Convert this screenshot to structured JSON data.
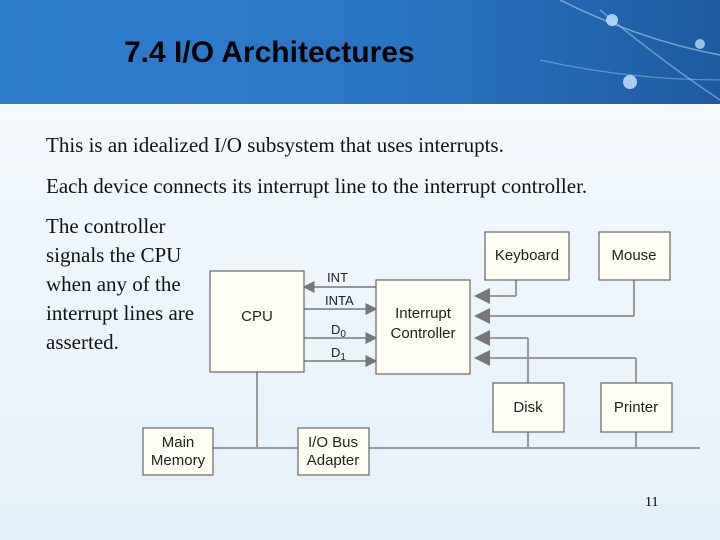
{
  "slide": {
    "title": "7.4 I/O Architectures",
    "paragraphs": [
      "This is an idealized I/O subsystem that uses interrupts.",
      "Each device connects its interrupt line to the interrupt controller.",
      "The controller signals the CPU when any of the interrupt lines are asserted."
    ],
    "page_number": "11"
  },
  "diagram": {
    "cpu": "CPU",
    "interrupt_controller": [
      "Interrupt",
      "Controller"
    ],
    "keyboard": "Keyboard",
    "mouse": "Mouse",
    "disk": "Disk",
    "printer": "Printer",
    "main_memory": [
      "Main",
      "Memory"
    ],
    "io_bus_adapter": [
      "I/O Bus",
      "Adapter"
    ],
    "signals": {
      "int": "INT",
      "inta": "INTA",
      "d0": "D",
      "d0_sub": "0",
      "d1": "D",
      "d1_sub": "1"
    }
  }
}
